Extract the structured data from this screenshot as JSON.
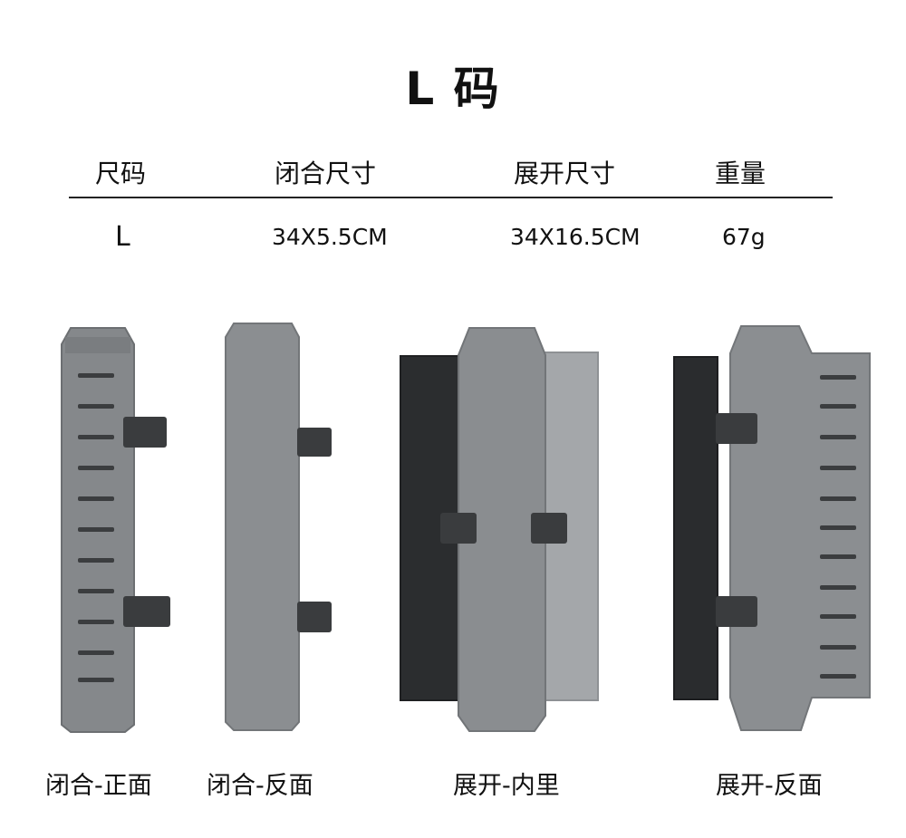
{
  "title": "L 码",
  "table": {
    "headers": [
      "尺码",
      "闭合尺寸",
      "展开尺寸",
      "重量"
    ],
    "row": [
      "L",
      "34X5.5CM",
      "34X16.5CM",
      "67g"
    ]
  },
  "captions": [
    "闭合-正面",
    "闭合-反面",
    "展开-内里",
    "展开-反面"
  ],
  "colors": {
    "fabric_gray": "#8a8d90",
    "fabric_light": "#a2a5a8",
    "velcro": "#2e3032",
    "strap": "#3a3c3e"
  }
}
